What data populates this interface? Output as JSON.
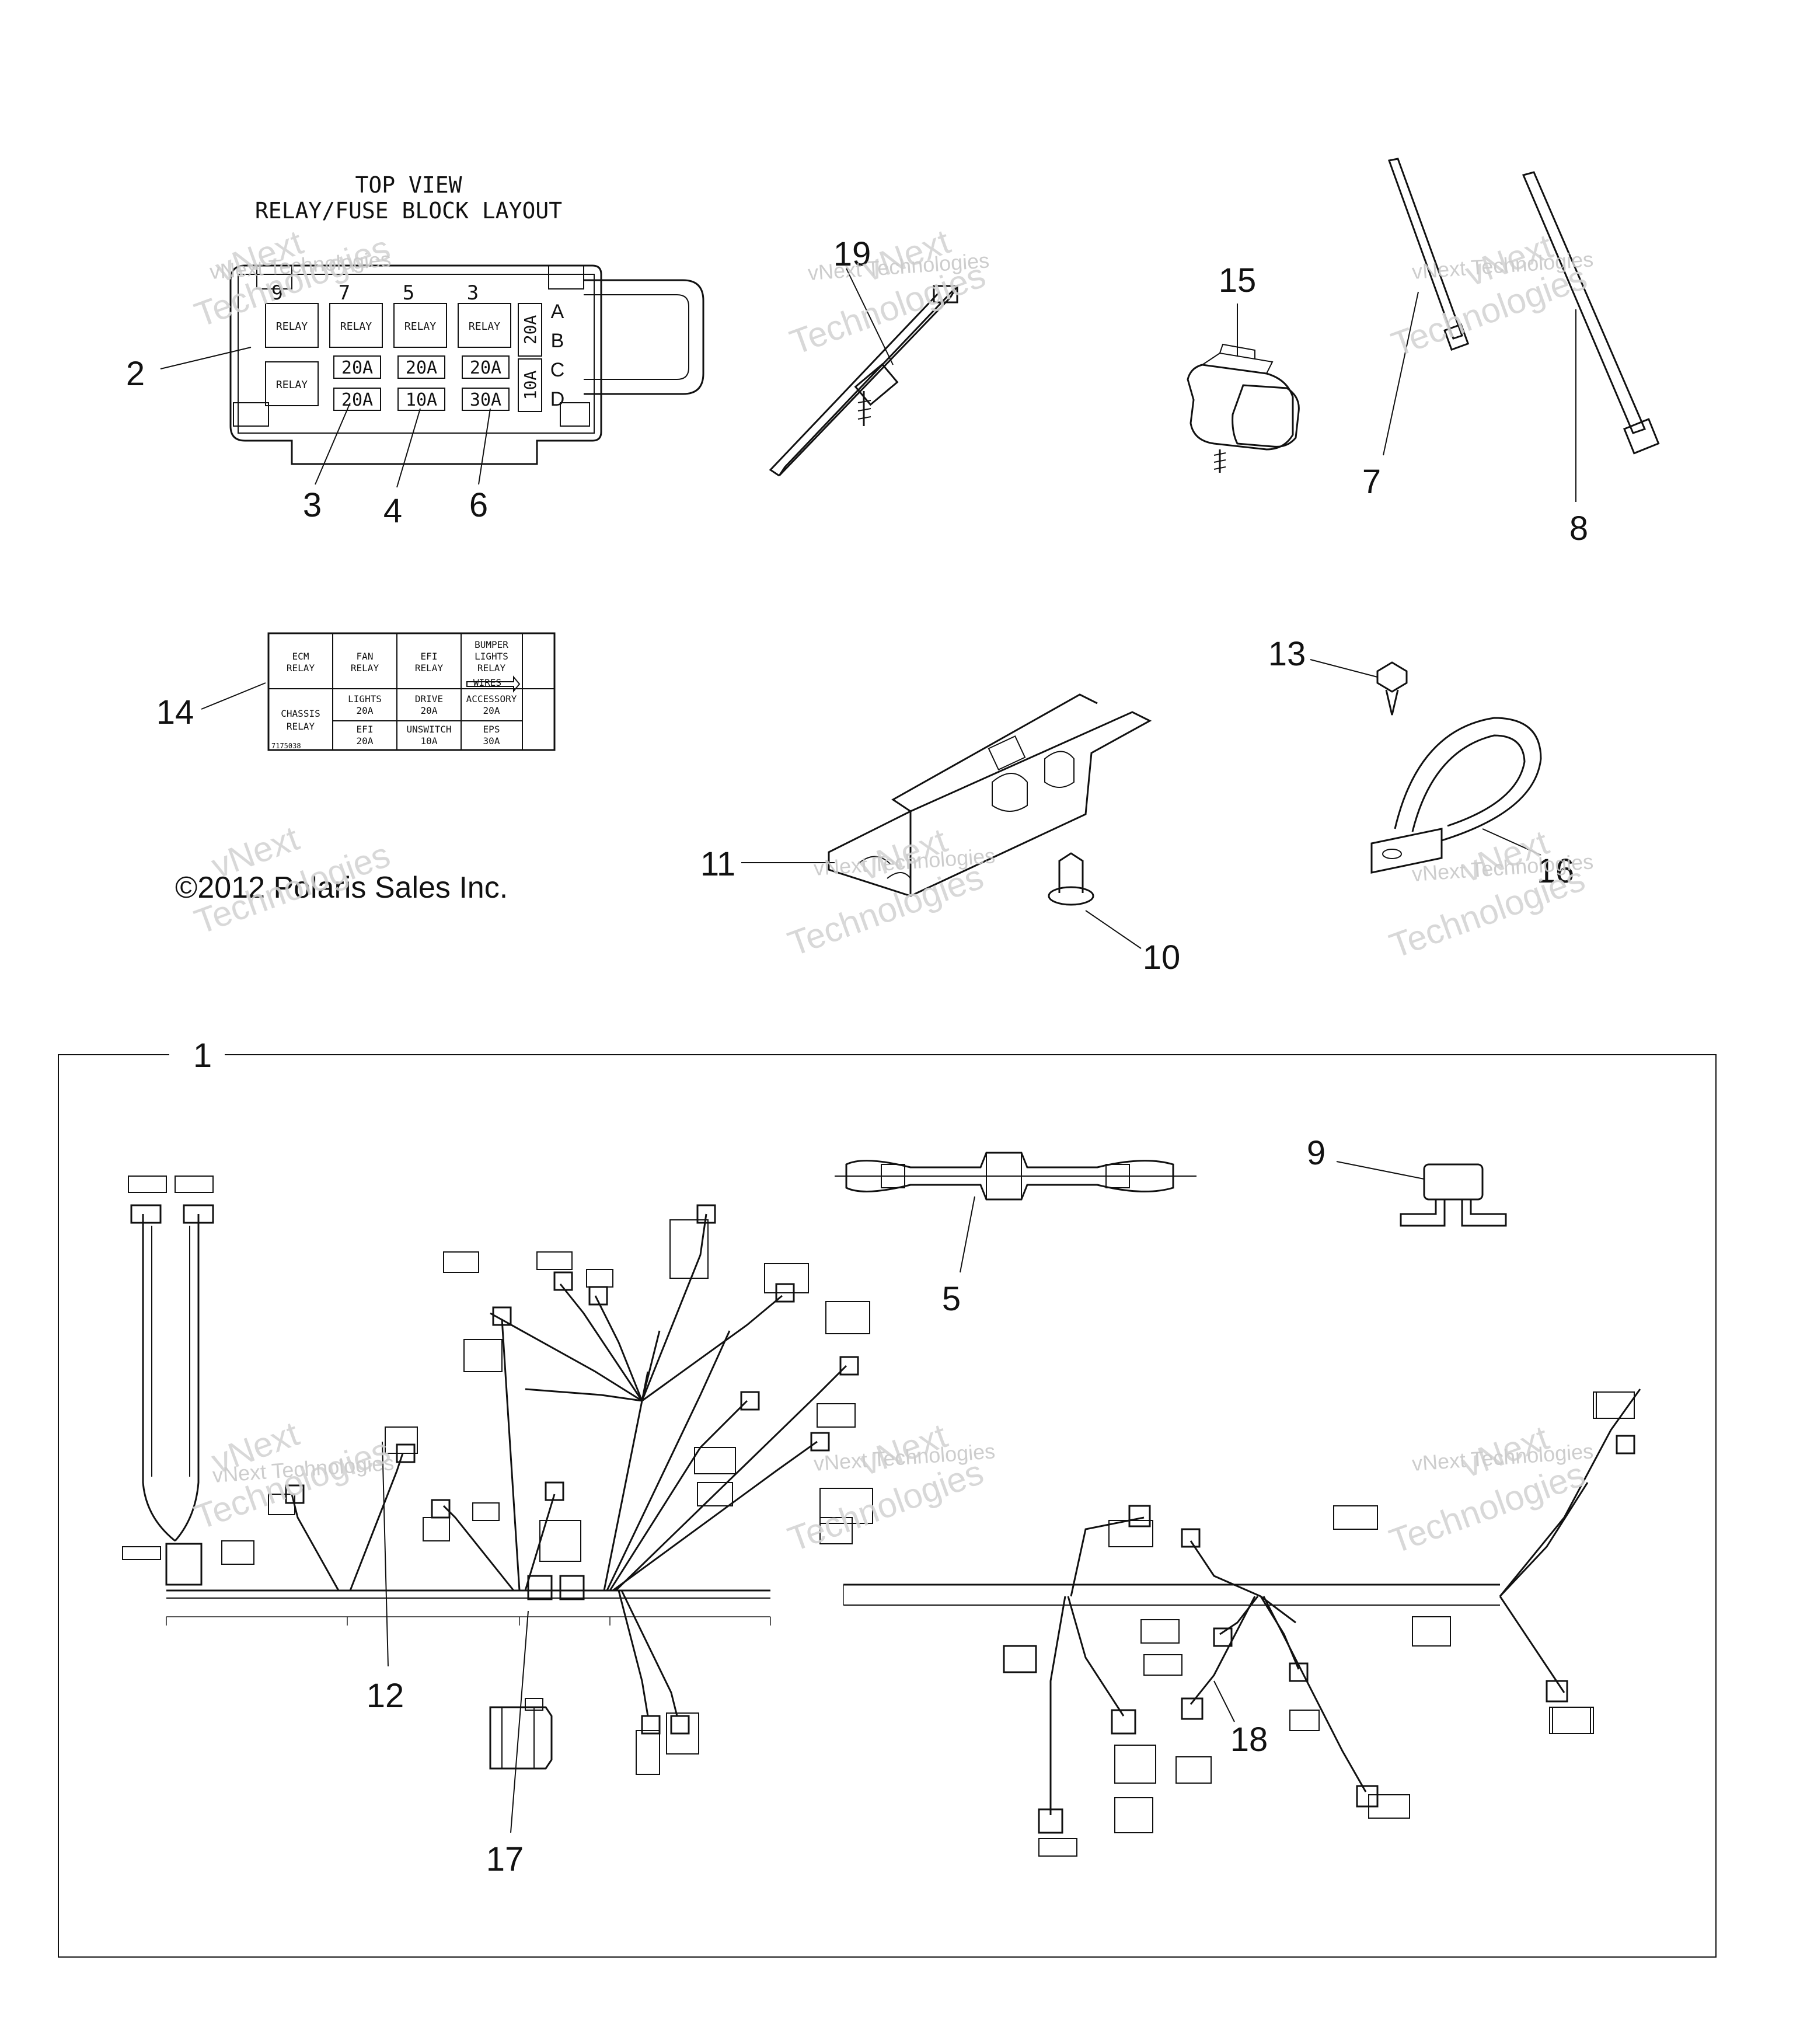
{
  "relay_block": {
    "title_line1": "TOP VIEW",
    "title_line2": "RELAY/FUSE BLOCK LAYOUT",
    "top_numbers": [
      "9",
      "7",
      "5",
      "3"
    ],
    "relay_label": "RELAY",
    "fuses_row1": [
      "20A",
      "20A",
      "20A"
    ],
    "fuses_row2": [
      "20A",
      "10A",
      "30A"
    ],
    "side_fuses": [
      "20A",
      "10A"
    ],
    "side_letters": [
      "A",
      "B",
      "C",
      "D"
    ]
  },
  "fuse_label": {
    "cells_top": [
      "ECM\nRELAY",
      "FAN\nRELAY",
      "EFI\nRELAY",
      "BUMPER\nLIGHTS\nRELAY"
    ],
    "wires": "WIRES",
    "chassis": "CHASSIS\nRELAY",
    "cells_mid": [
      "LIGHTS\n20A",
      "DRIVE\n20A",
      "ACCESSORY\n20A"
    ],
    "cells_bot": [
      "EFI\n20A",
      "UNSWITCH\n10A",
      "EPS\n30A"
    ],
    "part_no": "7175038"
  },
  "copyright": "©2012 Polaris Sales Inc.",
  "watermark": {
    "line1": "vNext",
    "line2": "Technologies",
    "combined": "vNext Technologies"
  },
  "callouts": {
    "c1": "1",
    "c2": "2",
    "c3": "3",
    "c4": "4",
    "c5": "5",
    "c6": "6",
    "c7": "7",
    "c8": "8",
    "c9": "9",
    "c10": "10",
    "c11": "11",
    "c12": "12",
    "c13": "13",
    "c14": "14",
    "c15": "15",
    "c16": "16",
    "c17": "17",
    "c18": "18",
    "c19": "19"
  },
  "colors": {
    "line": "#111111",
    "watermark": "#c8c8c8",
    "background": "#ffffff"
  }
}
